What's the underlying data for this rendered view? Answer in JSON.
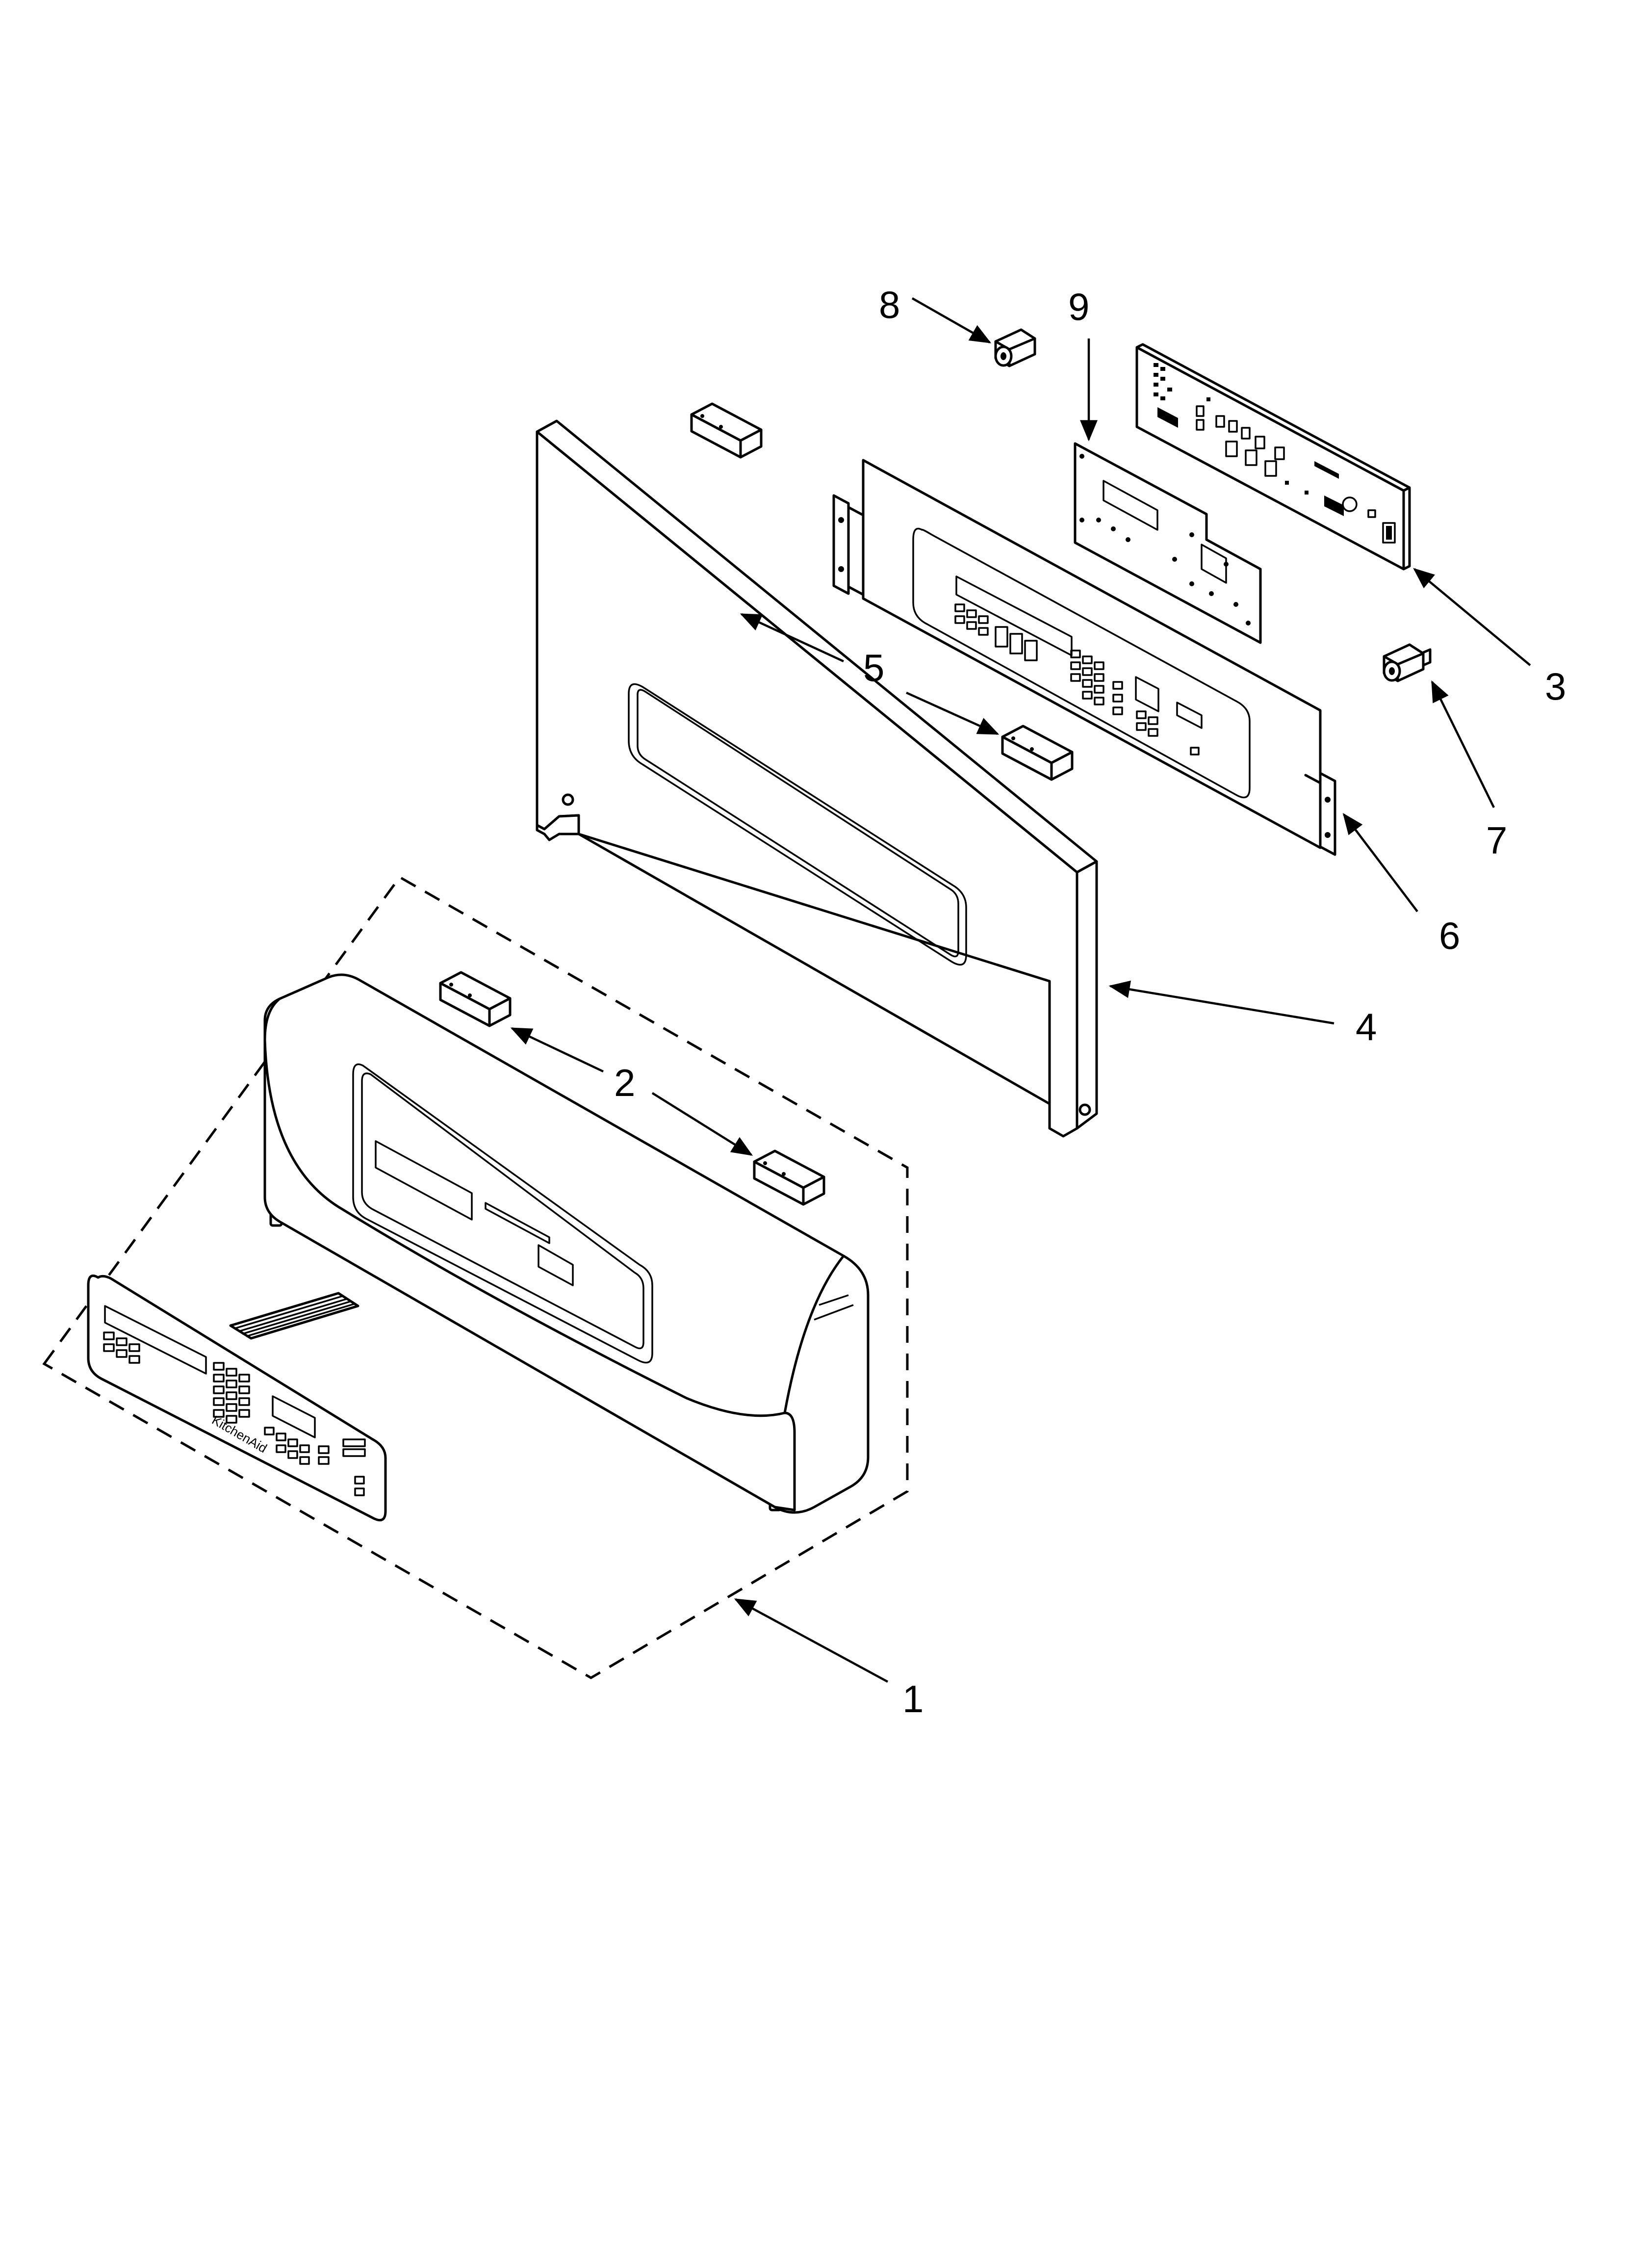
{
  "diagram": {
    "callouts": [
      {
        "id": "1",
        "text": "1"
      },
      {
        "id": "2",
        "text": "2"
      },
      {
        "id": "3",
        "text": "3"
      },
      {
        "id": "4",
        "text": "4"
      },
      {
        "id": "5",
        "text": "5"
      },
      {
        "id": "6",
        "text": "6"
      },
      {
        "id": "7",
        "text": "7"
      },
      {
        "id": "8",
        "text": "8"
      },
      {
        "id": "9",
        "text": "9"
      }
    ],
    "keypad_brand": "KitchenAid"
  }
}
